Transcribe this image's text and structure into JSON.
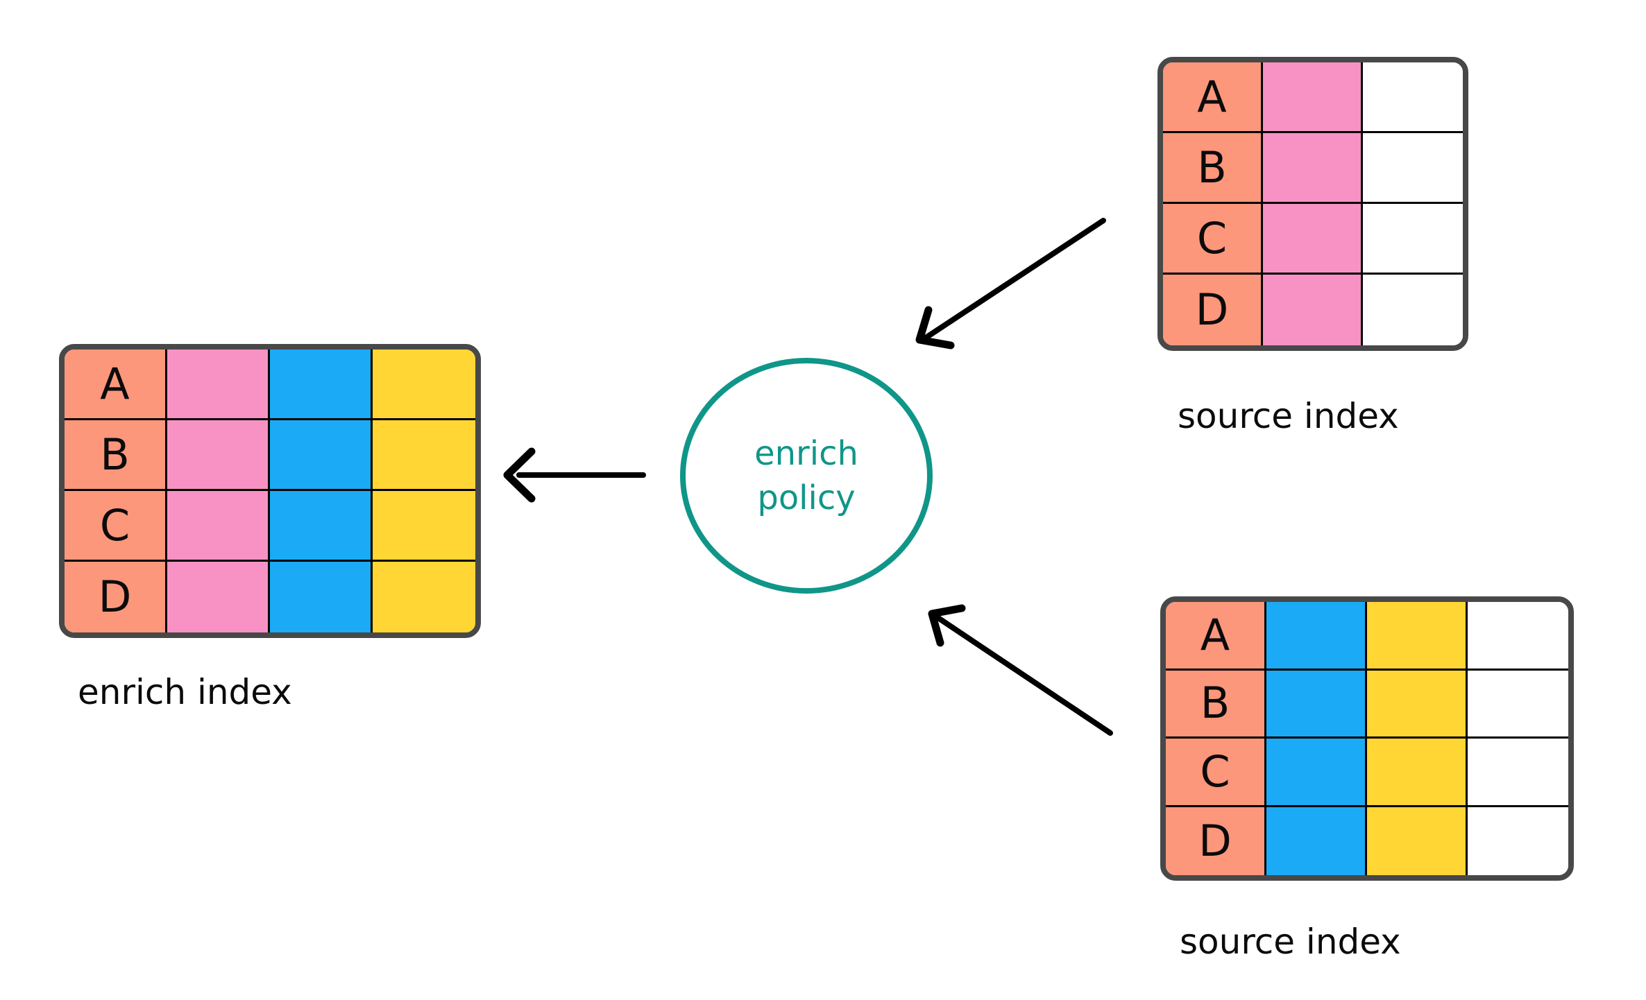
{
  "colors": {
    "salmon": "#FC977C",
    "pink": "#F892C4",
    "blue": "#1BAAF5",
    "yellow": "#FFD633",
    "white": "#FFFFFF",
    "teal": "#0F9688",
    "table_border": "#484848",
    "grid_line": "#000000",
    "arrow": "#000000",
    "text": "#0B0B0B"
  },
  "circle": {
    "line1": "enrich",
    "line2": "policy"
  },
  "tables": [
    {
      "id": "enrich-index",
      "label": "enrich index",
      "row_keys": [
        "A",
        "B",
        "C",
        "D"
      ],
      "columns": [
        "salmon",
        "pink",
        "blue",
        "yellow"
      ]
    },
    {
      "id": "source-index-top",
      "label": "source index",
      "row_keys": [
        "A",
        "B",
        "C",
        "D"
      ],
      "columns": [
        "salmon",
        "pink",
        "white"
      ]
    },
    {
      "id": "source-index-bottom",
      "label": "source index",
      "row_keys": [
        "A",
        "B",
        "C",
        "D"
      ],
      "columns": [
        "salmon",
        "blue",
        "yellow",
        "white"
      ]
    }
  ]
}
